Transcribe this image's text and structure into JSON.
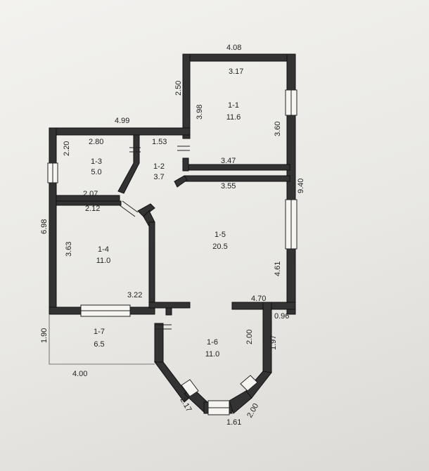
{
  "rooms": [
    {
      "id": "1-1",
      "area": "11.6"
    },
    {
      "id": "1-2",
      "area": "3.7"
    },
    {
      "id": "1-3",
      "area": "5.0"
    },
    {
      "id": "1-4",
      "area": "11.0"
    },
    {
      "id": "1-5",
      "area": "20.5"
    },
    {
      "id": "1-6",
      "area": "11.0"
    },
    {
      "id": "1-7",
      "area": "6.5"
    }
  ],
  "dimensions": {
    "d408": "4.08",
    "d317": "3.17",
    "d250": "2.50",
    "d398": "3.98",
    "d360": "3.60",
    "d499": "4.99",
    "d280": "2.80",
    "d153": "1.53",
    "d220": "2.20",
    "d347": "3.47",
    "d940": "9.40",
    "d355": "3.55",
    "d207": "2.07",
    "d212": "2.12",
    "d698": "6.98",
    "d363": "3.63",
    "d461": "4.61",
    "d322": "3.22",
    "d470": "4.70",
    "d096": "0.96",
    "d190": "1.90",
    "d400": "4.00",
    "d200a": "2.00",
    "d197": "1.97",
    "d217": "2.17",
    "d200b": "2.00",
    "d161": "1.61"
  }
}
